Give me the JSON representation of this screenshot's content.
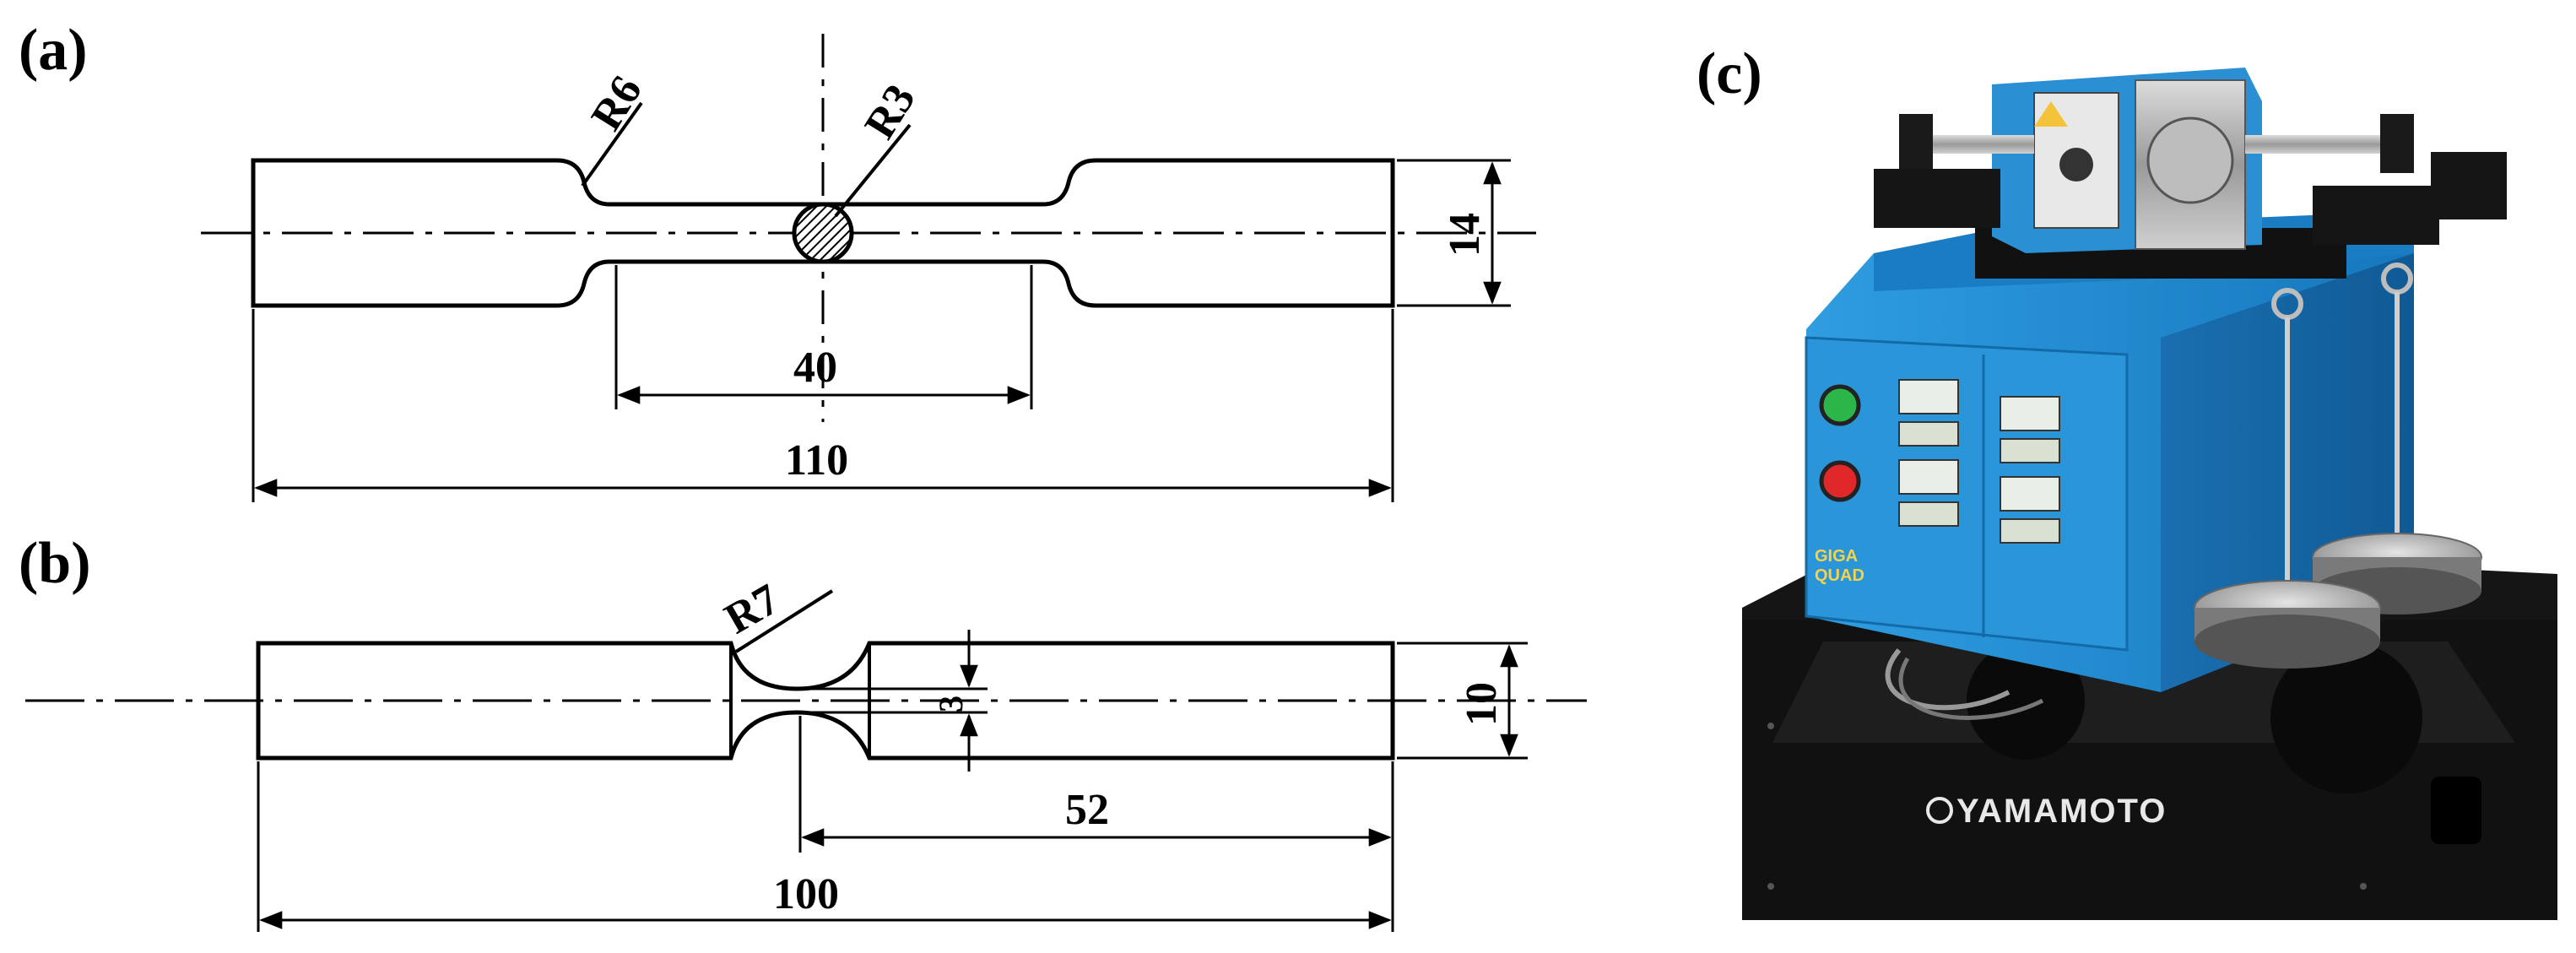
{
  "panels": {
    "a": {
      "label": "(a)",
      "dims": {
        "radius_outer": "R6",
        "radius_center": "R3",
        "width": "14",
        "gauge_length": "40",
        "total_length": "110"
      }
    },
    "b": {
      "label": "(b)",
      "dims": {
        "radius_notch": "R7",
        "notch_width": "3",
        "width": "10",
        "half_length": "52",
        "total_length": "100"
      }
    },
    "c": {
      "label": "(c)",
      "brand": "YAMAMOTO",
      "panel_badge": [
        "GIGA",
        "QUAD"
      ]
    }
  },
  "colors": {
    "line": "#000000",
    "machine_blue": "#1f8fd6",
    "machine_base": "#141414"
  }
}
